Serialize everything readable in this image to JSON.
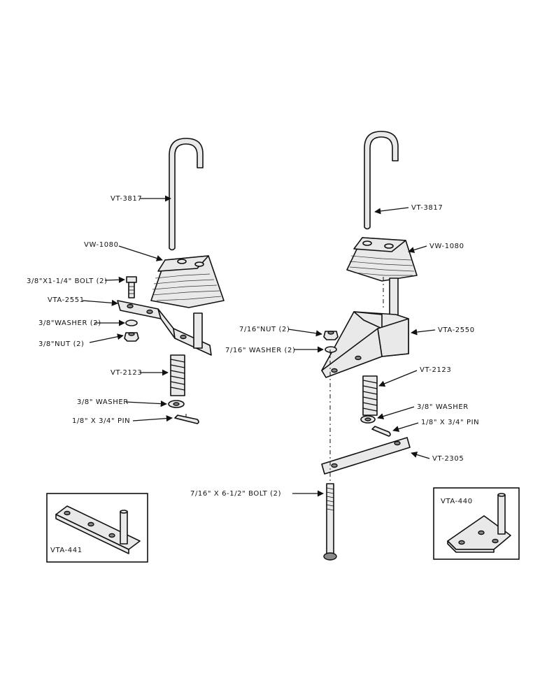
{
  "left_assembly": {
    "hook_rod": "VT-3817",
    "block": "VW-1080",
    "bolt": "3/8\"X1-1/4\" BOLT (2)",
    "bracket": "VTA-2551",
    "washer_pair": "3/8\"WASHER (2)",
    "nut_pair": "3/8\"NUT (2)",
    "spring": "VT-2123",
    "washer": "3/8\" WASHER",
    "pin": "1/8\" X 3/4\" PIN"
  },
  "right_assembly": {
    "hook_rod": "VT-3817",
    "block": "VW-1080",
    "nut_pair": "7/16\"NUT (2)",
    "washer_pair": "7/16\" WASHER (2)",
    "bracket": "VTA-2550",
    "spring": "VT-2123",
    "washer": "3/8\" WASHER",
    "pin": "1/8\" X 3/4\" PIN",
    "plate": "VT-2305",
    "bolt": "7/16\" X 6-1/2\" BOLT (2)"
  },
  "inset_left": {
    "label": "VTA-441"
  },
  "inset_right": {
    "label": "VTA-440"
  }
}
